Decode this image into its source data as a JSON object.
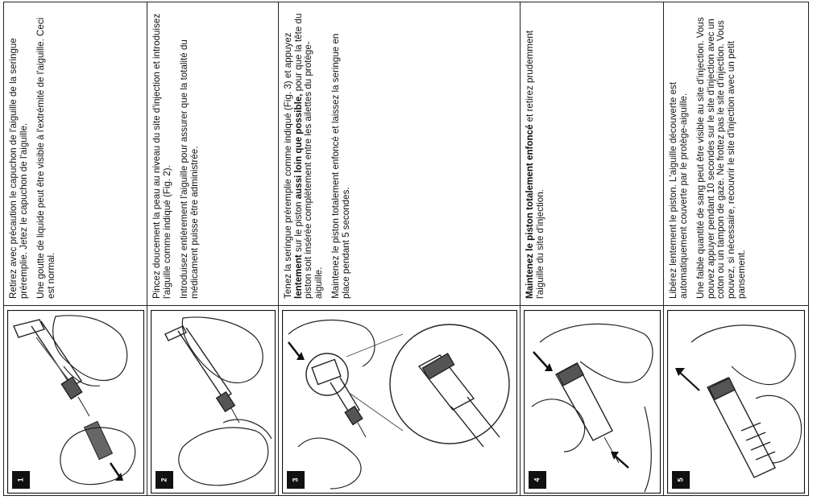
{
  "steps": [
    {
      "number": "1",
      "paragraphs": [
        {
          "parts": [
            {
              "text": "Retirez avec précaution le capuchon de l'aiguille de la seringue préremplie. Jetez le capuchon de l'aiguille.",
              "bold": false
            }
          ]
        },
        {
          "parts": [
            {
              "text": "Une goutte de liquide peut être visible à l'extrémité de l'aiguille. Ceci est normal.",
              "bold": false
            }
          ]
        }
      ]
    },
    {
      "number": "2",
      "paragraphs": [
        {
          "parts": [
            {
              "text": "Pincez doucement la peau au niveau du site d'injection et introduisez l'aiguille comme indiqué (Fig. 2).",
              "bold": false
            }
          ]
        },
        {
          "parts": [
            {
              "text": "Introduisez entièrement l'aiguille pour assurer que la totalité du médicament puisse être administrée.",
              "bold": false
            }
          ]
        }
      ]
    },
    {
      "number": "3",
      "paragraphs": [
        {
          "parts": [
            {
              "text": "Tenez la seringue préremplie comme indiqué (Fig. 3) et appuyez ",
              "bold": false
            },
            {
              "text": "lentement",
              "bold": true
            },
            {
              "text": " sur le piston ",
              "bold": false
            },
            {
              "text": "aussi loin que possible,",
              "bold": true
            },
            {
              "text": " pour que la tête du piston soit insérée complètement entre les ailettes du protège-aiguille.",
              "bold": false
            }
          ]
        },
        {
          "parts": [
            {
              "text": "Maintenez le piston totalement enfoncé et laissez la seringue en place pendant 5 secondes.",
              "bold": false
            }
          ]
        }
      ]
    },
    {
      "number": "4",
      "paragraphs": [
        {
          "parts": [
            {
              "text": "Maintenez le piston totalement enfoncé",
              "bold": true
            },
            {
              "text": " et retirez prudemment l'aiguille du site d'injection.",
              "bold": false
            }
          ]
        }
      ]
    },
    {
      "number": "5",
      "paragraphs": [
        {
          "parts": [
            {
              "text": "Libérez lentement le piston. L'aiguille découverte est automatiquement couverte par le protège-aiguille.",
              "bold": false
            }
          ]
        },
        {
          "parts": [
            {
              "text": "Une faible quantité de sang peut être visible au site d'injection. Vous pouvez appuyer pendant 10 secondes sur le site d'injection avec un coton ou un tampon de gaze. Ne frottez pas le site d'injection. Vous pouvez, si nécessaire, recouvrir le site d'injection avec un petit pansement.",
              "bold": false
            }
          ]
        }
      ]
    }
  ]
}
